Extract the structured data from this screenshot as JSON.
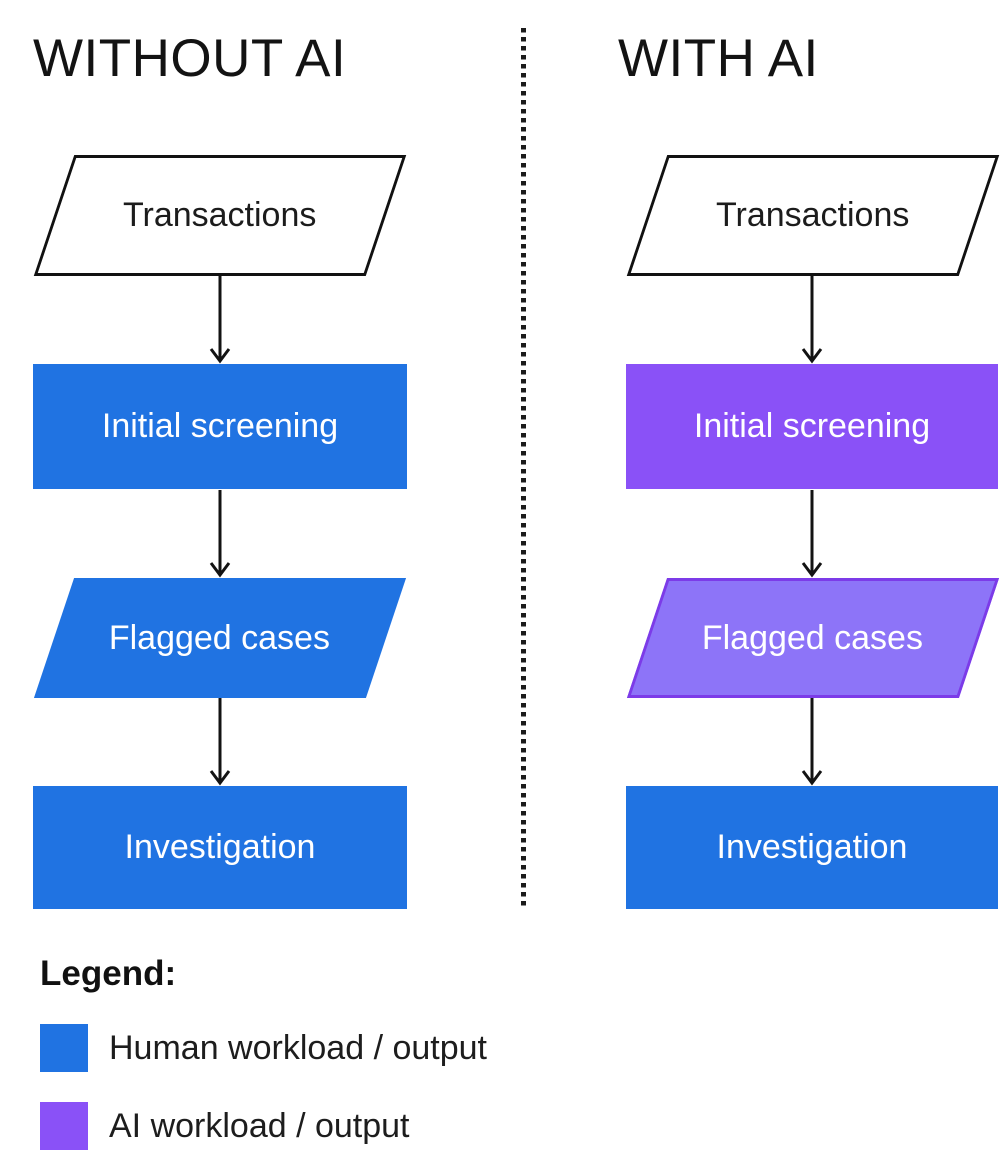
{
  "header": {
    "left_title": "WITHOUT AI",
    "right_title": "WITH AI"
  },
  "flow": {
    "left": {
      "nodes": [
        {
          "label": "Transactions",
          "shape": "parallelogram",
          "fill": "#ffffff",
          "role": "input"
        },
        {
          "label": "Initial screening",
          "shape": "rectangle",
          "fill": "#2073E2",
          "role": "human"
        },
        {
          "label": "Flagged cases",
          "shape": "parallelogram",
          "fill": "#2073E2",
          "role": "human"
        },
        {
          "label": "Investigation",
          "shape": "rectangle",
          "fill": "#2073E2",
          "role": "human"
        }
      ]
    },
    "right": {
      "nodes": [
        {
          "label": "Transactions",
          "shape": "parallelogram",
          "fill": "#ffffff",
          "role": "input"
        },
        {
          "label": "Initial screening",
          "shape": "rectangle",
          "fill": "#8A51F7",
          "role": "ai"
        },
        {
          "label": "Flagged cases",
          "shape": "parallelogram",
          "fill": "#8D74F8",
          "role": "ai",
          "border": "#7C3BE8"
        },
        {
          "label": "Investigation",
          "shape": "rectangle",
          "fill": "#2073E2",
          "role": "human"
        }
      ]
    }
  },
  "legend": {
    "heading": "Legend:",
    "items": [
      {
        "label": "Human workload / output",
        "swatch_color": "#2073E2"
      },
      {
        "label": "AI workload / output",
        "swatch_color": "#8A51F7"
      }
    ]
  },
  "colors": {
    "human_blue": "#2073E2",
    "ai_purple": "#8A51F7",
    "ai_light_purple": "#8D74F8",
    "ai_light_border": "#7C3BE8",
    "ink": "#131313"
  }
}
